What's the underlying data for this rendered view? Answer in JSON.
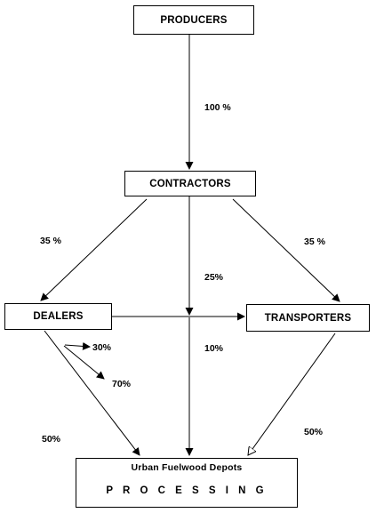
{
  "nodes": {
    "producers": "PRODUCERS",
    "contractors": "CONTRACTORS",
    "dealers": "DEALERS",
    "transporters": "TRANSPORTERS",
    "depots_title": "Urban Fuelwood Depots",
    "depots_subtitle": "P R O C E S S I N G"
  },
  "edge_labels": {
    "producers_to_contractors": "100 %",
    "contractors_to_dealers": "35 %",
    "contractors_to_transporters": "35 %",
    "contractors_to_depots": "25%",
    "dealers_self_30": "30%",
    "dealers_self_70": "70%",
    "central_10": "10%",
    "dealers_to_depots": "50%",
    "transporters_to_depots": "50%"
  }
}
